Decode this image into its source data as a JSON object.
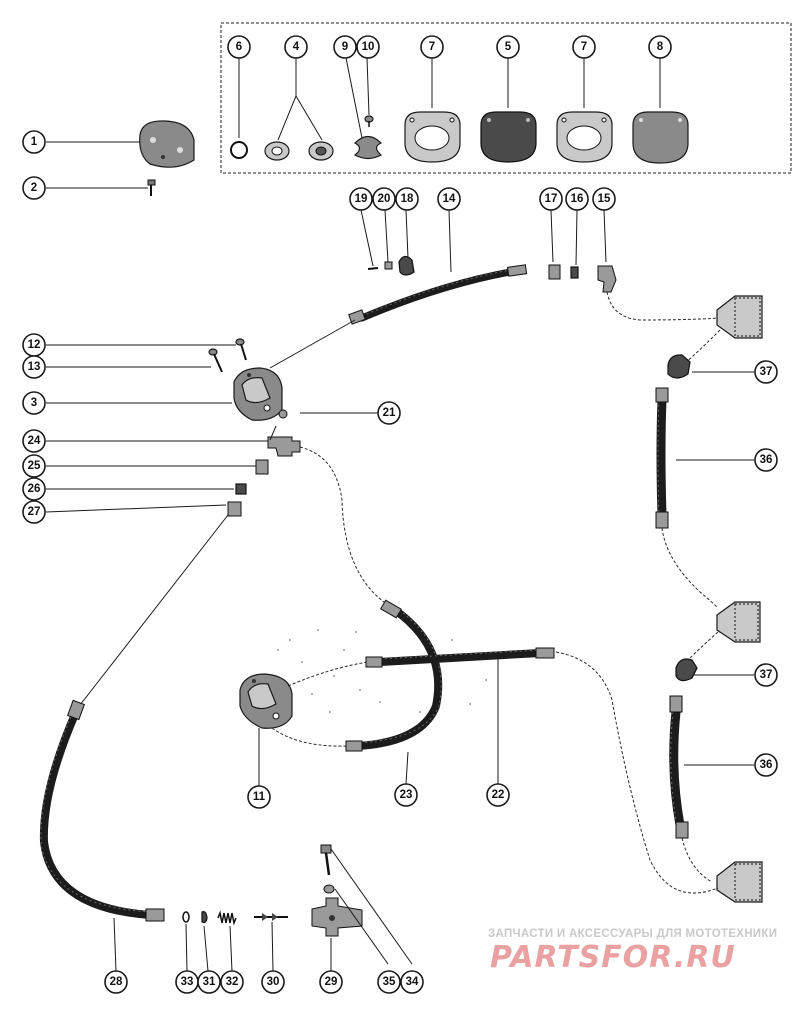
{
  "watermark": {
    "tagline": "ЗАПЧАСТИ И АКСЕССУАРЫ ДЛЯ МОТОТЕХНИКИ",
    "brand": "PARTSFOR.RU",
    "brand_color": "#e07070"
  },
  "callouts": {
    "c6": "6",
    "c4": "4",
    "c9": "9",
    "c10": "10",
    "c7a": "7",
    "c5": "5",
    "c7b": "7",
    "c8": "8",
    "c1": "1",
    "c2": "2",
    "c19": "19",
    "c20": "20",
    "c18": "18",
    "c14": "14",
    "c17": "17",
    "c16": "16",
    "c15": "15",
    "c12": "12",
    "c13": "13",
    "c3": "3",
    "c21": "21",
    "c24": "24",
    "c25": "25",
    "c26": "26",
    "c27": "27",
    "c37a": "37",
    "c36a": "36",
    "c37b": "37",
    "c36b": "36",
    "c11": "11",
    "c23": "23",
    "c22": "22",
    "c28": "28",
    "c33": "33",
    "c31": "31",
    "c32": "32",
    "c30": "30",
    "c29": "29",
    "c35": "35",
    "c34": "34"
  }
}
